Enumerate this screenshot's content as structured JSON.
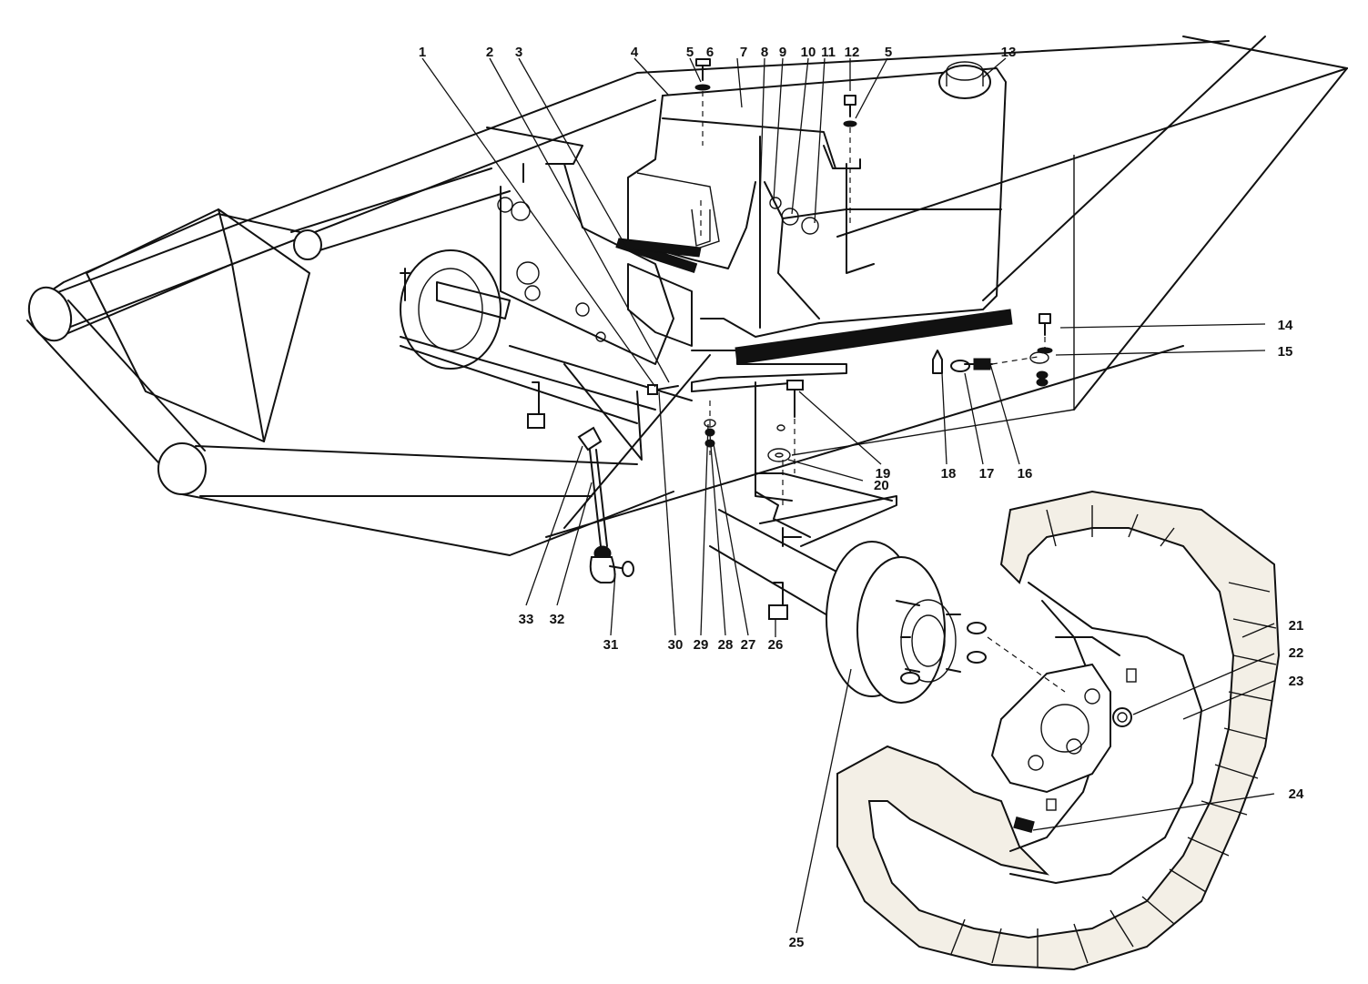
{
  "callouts": [
    {
      "id": "c1",
      "text": "1"
    },
    {
      "id": "c2",
      "text": "2"
    },
    {
      "id": "c3",
      "text": "3"
    },
    {
      "id": "c4",
      "text": "4"
    },
    {
      "id": "c5a",
      "text": "5"
    },
    {
      "id": "c6",
      "text": "6"
    },
    {
      "id": "c7",
      "text": "7"
    },
    {
      "id": "c8",
      "text": "8"
    },
    {
      "id": "c9",
      "text": "9"
    },
    {
      "id": "c10",
      "text": "10"
    },
    {
      "id": "c11",
      "text": "11"
    },
    {
      "id": "c12",
      "text": "12"
    },
    {
      "id": "c5b",
      "text": "5"
    },
    {
      "id": "c13",
      "text": "13"
    },
    {
      "id": "c14",
      "text": "14"
    },
    {
      "id": "c15",
      "text": "15"
    },
    {
      "id": "c16",
      "text": "16"
    },
    {
      "id": "c17",
      "text": "17"
    },
    {
      "id": "c18",
      "text": "18"
    },
    {
      "id": "c19",
      "text": "19"
    },
    {
      "id": "c20",
      "text": "20"
    },
    {
      "id": "c21",
      "text": "21"
    },
    {
      "id": "c22",
      "text": "22"
    },
    {
      "id": "c23",
      "text": "23"
    },
    {
      "id": "c24",
      "text": "24"
    },
    {
      "id": "c25",
      "text": "25"
    },
    {
      "id": "c26",
      "text": "26"
    },
    {
      "id": "c27",
      "text": "27"
    },
    {
      "id": "c28",
      "text": "28"
    },
    {
      "id": "c29",
      "text": "29"
    },
    {
      "id": "c30",
      "text": "30"
    },
    {
      "id": "c31",
      "text": "31"
    },
    {
      "id": "c32",
      "text": "32"
    },
    {
      "id": "c33",
      "text": "33"
    }
  ]
}
